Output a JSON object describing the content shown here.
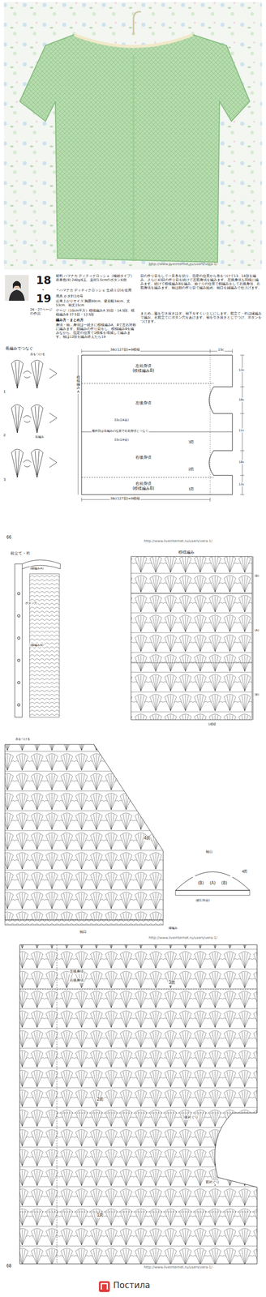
{
  "diagram": {
    "nodes": [
      {
        "text": [
          "左前身頃",
          "(模様編みB)"
        ]
      },
      {
        "text": [
          "左後身頃"
        ]
      },
      {
        "text": [
          "右後身頃"
        ]
      },
      {
        "text": [
          "右前身頃",
          "(模様編みB)"
        ]
      },
      {
        "text": [
          "(B)",
          "(A)",
          "(B)"
        ]
      }
    ],
    "labels": [
      "http://www.liveinternet.ru/users/vera-1/",
      "18",
      "・",
      "19",
      "26・27ページの作品",
      "材料 ハマナカ ディティクロッシェ（極細タイプ）若草色(9) 240g/6玉、直径1.5cmのボタン6個",
      "＊ハマナカ ディティクロッシェ 生成り(2)を使用",
      "用具 かぎ針2/0号",
      "出来上がりサイズ 胸囲90cm、背肩幅34cm、丈53cm、袖丈15cm",
      "ゲージ（10cm平方）模様編みA 35目・14.5段、模様編みB 37.5目・12.5段",
      "編み方・まとめ方",
      "身頃・袖…身頃は一続きに模様編みA、Bで左右対称に編みます。鎖編みの作り目をし、模様編みBを編みながら、指定の位置で1模様を増減して編みます。袖は12段を編み終えたら19",
      "目の作り目をして一旦糸を切り、指定の位置から糸をつけて13、14段を編み、さらに43目の作り目を続けて左前身頃を編みます。左後身頃も同様に編みます。続けて模様編みBを編み、袖ぐりの位置で鎖編みをして右後身頃、右前身頃を編みます。袖は鎖の作り目で編み始め、袖口を縁編みで仕上げます。",
      "まとめ…脇を引き抜きはぎ、袖下をすくいとじにします。前立て・衿は縁編みで編み、右前立てにボタン穴をあけます。袖を引き抜きとじでつけ、ボタンをつけます。",
      "長編みでつなぐ",
      "1",
      "2",
      "3",
      "糸をつける",
      "長編み",
      "36c(127目)=9模様",
      "15c",
      "模様編みA",
      "13c",
      "18c",
      "11c",
      "18c",
      "13c",
      "最終段は長編みの位置で右前身頃とつなぐ",
      "33c(24目)",
      "33c(24目)",
      "3図",
      "2図",
      "1図",
      "36c(127目)=9模様",
      "66",
      "http://www.liveinternet.ru/users/vera-1/",
      "前立て・衿",
      "(縁編みA)",
      "ボタン穴",
      "(縁編みB)",
      "模様編み",
      "(B)",
      "(A)",
      "(B)",
      "1模様",
      "糸をつける",
      "4図",
      "袖山",
      "4図",
      "(鎖135目)",
      "縁編み",
      "袖口",
      "http://www.liveinternet.ru/users/vera-1/",
      "左後身頃",
      "右後身頃",
      "3図",
      "2図",
      "後衿ぐり",
      "前衿ぐり",
      "1図",
      "68",
      "http://www.liveinternet.ru/users/vera-1/",
      "Постила"
    ]
  }
}
